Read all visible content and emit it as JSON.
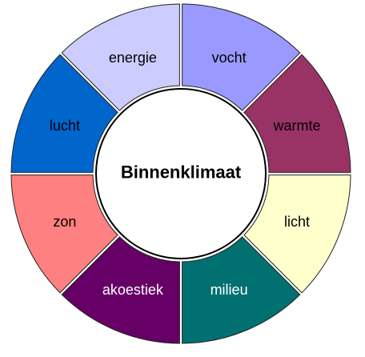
{
  "diagram": {
    "center_label": "Binnenklimaat",
    "segments": [
      {
        "label": "vocht",
        "color": "#9999ff",
        "text_color": "#000000"
      },
      {
        "label": "warmte",
        "color": "#993366",
        "text_color": "#000000"
      },
      {
        "label": "licht",
        "color": "#ffffcc",
        "text_color": "#000000"
      },
      {
        "label": "milieu",
        "color": "#007070",
        "text_color": "#ffffff"
      },
      {
        "label": "akoestiek",
        "color": "#660066",
        "text_color": "#ffffff"
      },
      {
        "label": "zon",
        "color": "#ff8080",
        "text_color": "#000000"
      },
      {
        "label": "lucht",
        "color": "#0066cc",
        "text_color": "#000000"
      },
      {
        "label": "energie",
        "color": "#ccccff",
        "text_color": "#000000"
      }
    ]
  }
}
